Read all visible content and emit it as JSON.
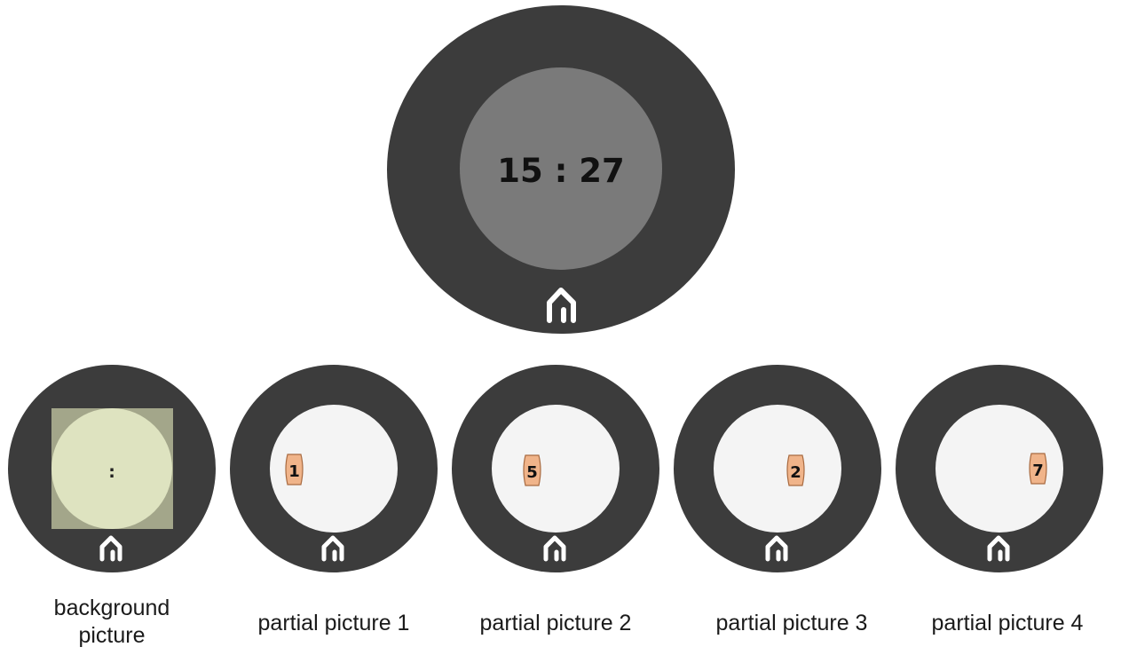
{
  "main_watch": {
    "time": "15 : 27"
  },
  "background_picture": {
    "symbol": ":",
    "caption": "background picture"
  },
  "partials": [
    {
      "digit": "1",
      "caption": "partial picture 1"
    },
    {
      "digit": "5",
      "caption": "partial picture 2"
    },
    {
      "digit": "2",
      "caption": "partial picture 3"
    },
    {
      "digit": "7",
      "caption": "partial picture 4"
    }
  ],
  "icons": {
    "home": "home-icon"
  },
  "colors": {
    "bezel": "#3c3c3c",
    "main_face": "#7a7a7a",
    "digit_text": "#111111",
    "background_square": "#a3a68a",
    "background_disc": "#dee3c0",
    "partial_face": "#f4f4f4",
    "digit_chip": "#f0b48a",
    "digit_chip_border": "#a86a40",
    "home_icon": "#ffffff"
  }
}
